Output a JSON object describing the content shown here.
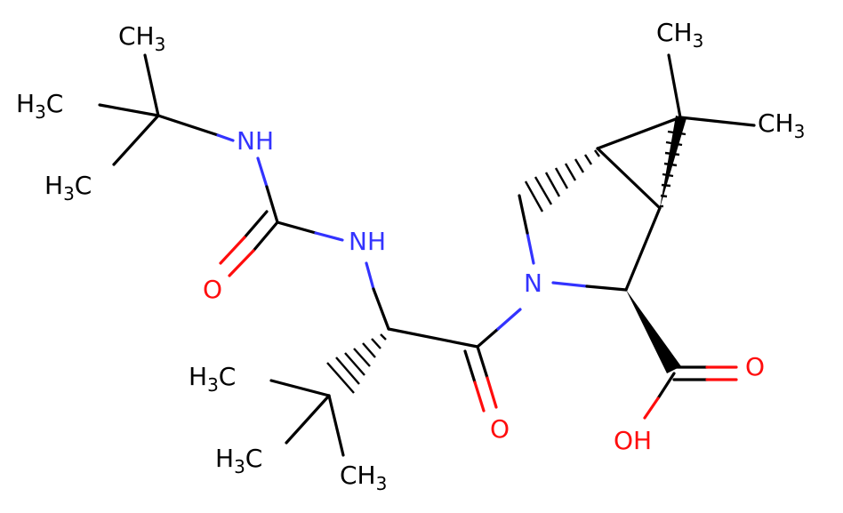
{
  "molecule": {
    "labels": {
      "ch3_top_left": {
        "main": "CH",
        "sub": "3"
      },
      "h3c_mid_left": {
        "main": "H",
        "sub": "3",
        "tail": "C"
      },
      "h3c_low_left": {
        "main": "H",
        "sub": "3",
        "tail": "C"
      },
      "nh_urea": "NH",
      "nh_amide": "NH",
      "o_urea": "O",
      "h3c_tbu2_upper": {
        "main": "H",
        "sub": "3",
        "tail": "C"
      },
      "h3c_tbu2_lower": {
        "main": "H",
        "sub": "3",
        "tail": "C"
      },
      "ch3_tbu2_bottom": {
        "main": "CH",
        "sub": "3"
      },
      "o_amide": "O",
      "n_ring": "N",
      "ch3_top_right": {
        "main": "CH",
        "sub": "3"
      },
      "ch3_right": {
        "main": "CH",
        "sub": "3"
      },
      "o_acid": "O",
      "oh_acid": "OH"
    },
    "colors": {
      "carbon_bond": "#000000",
      "nitrogen": "#3333ff",
      "oxygen": "#ff0d0d",
      "background": "#ffffff"
    }
  }
}
